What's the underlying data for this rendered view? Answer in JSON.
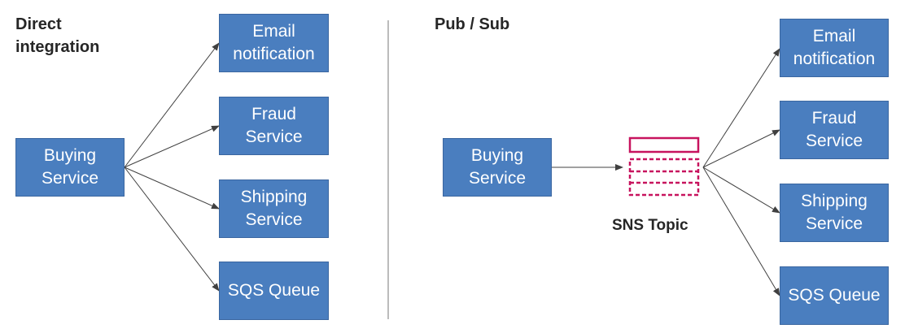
{
  "left_panel": {
    "heading": "Direct\nintegration",
    "source": "Buying\nService",
    "targets": [
      "Email\nnotification",
      "Fraud\nService",
      "Shipping\nService",
      "SQS Queue"
    ]
  },
  "right_panel": {
    "heading": "Pub / Sub",
    "source": "Buying\nService",
    "topic_label": "SNS Topic",
    "targets": [
      "Email\nnotification",
      "Fraud\nService",
      "Shipping\nService",
      "SQS Queue"
    ]
  },
  "colors": {
    "box_fill": "#4a7ebf",
    "box_text": "#ffffff",
    "topic_icon": "#c7135e",
    "arrow": "#404040",
    "divider": "#a6a6a6"
  },
  "icons": {
    "topic": "sns-topic-icon"
  }
}
